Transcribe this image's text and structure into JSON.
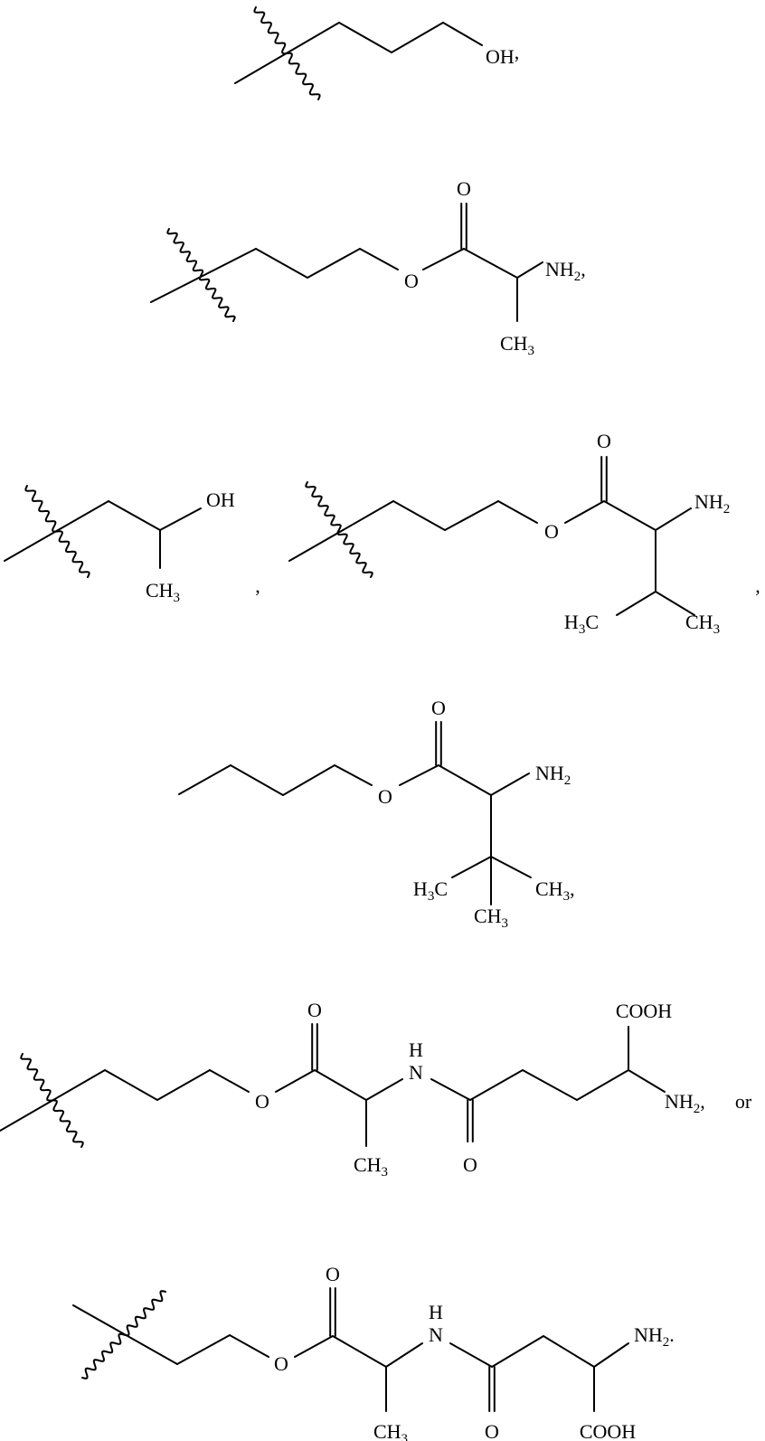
{
  "colors": {
    "ink": "#000000",
    "background": "#ffffff"
  },
  "structures": [
    {
      "name": "hydroxypropyl",
      "labels": [
        {
          "text": "OH",
          "sub": "",
          "suffix": ","
        }
      ]
    },
    {
      "name": "propyl-alaninate",
      "labels": [
        {
          "text": "O",
          "sub": "",
          "suffix": ""
        },
        {
          "text": "O",
          "sub": "",
          "suffix": ""
        },
        {
          "text": "NH",
          "sub": "2",
          "suffix": ","
        },
        {
          "text": "CH",
          "sub": "3",
          "suffix": ""
        }
      ]
    },
    {
      "name": "2-hydroxypropyl",
      "labels": [
        {
          "text": "OH",
          "sub": "",
          "suffix": ""
        },
        {
          "text": "CH",
          "sub": "3",
          "suffix": ""
        },
        {
          "text": ",",
          "sub": "",
          "suffix": ""
        }
      ]
    },
    {
      "name": "propyl-valinate",
      "labels": [
        {
          "text": "O",
          "sub": "",
          "suffix": ""
        },
        {
          "text": "O",
          "sub": "",
          "suffix": ""
        },
        {
          "text": "NH",
          "sub": "2",
          "suffix": ""
        },
        {
          "text": "H",
          "sub": "3",
          "suffix": "C"
        },
        {
          "text": "CH",
          "sub": "3",
          "suffix": ""
        },
        {
          "text": ",",
          "sub": "",
          "suffix": ""
        }
      ]
    },
    {
      "name": "butyl-tert-leucinate",
      "labels": [
        {
          "text": "O",
          "sub": "",
          "suffix": ""
        },
        {
          "text": "O",
          "sub": "",
          "suffix": ""
        },
        {
          "text": "NH",
          "sub": "2",
          "suffix": ""
        },
        {
          "text": "H",
          "sub": "3",
          "suffix": "C"
        },
        {
          "text": "CH",
          "sub": "3",
          "suffix": ","
        },
        {
          "text": "CH",
          "sub": "3",
          "suffix": ""
        }
      ]
    },
    {
      "name": "propyl-alanyl-glutamine",
      "labels": [
        {
          "text": "O",
          "sub": "",
          "suffix": ""
        },
        {
          "text": "O",
          "sub": "",
          "suffix": ""
        },
        {
          "text": "H",
          "sub": "",
          "suffix": ""
        },
        {
          "text": "N",
          "sub": "",
          "suffix": ""
        },
        {
          "text": "COOH",
          "sub": "",
          "suffix": ""
        },
        {
          "text": "NH",
          "sub": "2",
          "suffix": ","
        },
        {
          "text": "or",
          "sub": "",
          "suffix": ""
        },
        {
          "text": "CH",
          "sub": "3",
          "suffix": ""
        },
        {
          "text": "O",
          "sub": "",
          "suffix": ""
        }
      ]
    },
    {
      "name": "ethyl-alanyl-asparagine",
      "labels": [
        {
          "text": "O",
          "sub": "",
          "suffix": ""
        },
        {
          "text": "O",
          "sub": "",
          "suffix": ""
        },
        {
          "text": "H",
          "sub": "",
          "suffix": ""
        },
        {
          "text": "N",
          "sub": "",
          "suffix": ""
        },
        {
          "text": "NH",
          "sub": "2",
          "suffix": "."
        },
        {
          "text": "CH",
          "sub": "3",
          "suffix": ""
        },
        {
          "text": "O",
          "sub": "",
          "suffix": ""
        },
        {
          "text": "COOH",
          "sub": "",
          "suffix": ""
        }
      ]
    }
  ]
}
